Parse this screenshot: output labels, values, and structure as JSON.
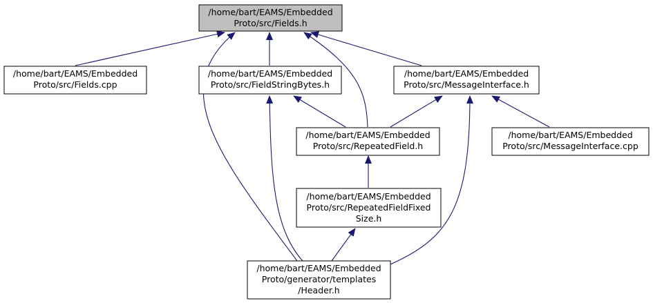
{
  "colors": {
    "edge": "#191970",
    "node_border": "#000000",
    "node_fill": "#ffffff",
    "root_fill": "#bfbfbf"
  },
  "nodes": {
    "fields_h": {
      "lines": [
        "/home/bart/EAMS/Embedded",
        "Proto/src/Fields.h"
      ],
      "root": true
    },
    "fields_cpp": {
      "lines": [
        "/home/bart/EAMS/Embedded",
        "Proto/src/Fields.cpp"
      ]
    },
    "fieldstringbytes": {
      "lines": [
        "/home/bart/EAMS/Embedded",
        "Proto/src/FieldStringBytes.h"
      ]
    },
    "messageinterface_h": {
      "lines": [
        "/home/bart/EAMS/Embedded",
        "Proto/src/MessageInterface.h"
      ]
    },
    "repeatedfield": {
      "lines": [
        "/home/bart/EAMS/Embedded",
        "Proto/src/RepeatedField.h"
      ]
    },
    "messageinterface_cpp": {
      "lines": [
        "/home/bart/EAMS/Embedded",
        "Proto/src/MessageInterface.cpp"
      ]
    },
    "repeatedfieldfixed": {
      "lines": [
        "/home/bart/EAMS/Embedded",
        "Proto/src/RepeatedFieldFixed",
        "Size.h"
      ]
    },
    "header_h": {
      "lines": [
        "/home/bart/EAMS/Embedded",
        "Proto/generator/templates",
        "/Header.h"
      ]
    }
  },
  "edges": [
    {
      "from": "fields_cpp",
      "to": "fields_h"
    },
    {
      "from": "fieldstringbytes",
      "to": "fields_h"
    },
    {
      "from": "messageinterface_h",
      "to": "fields_h"
    },
    {
      "from": "repeatedfield",
      "to": "fields_h"
    },
    {
      "from": "header_h",
      "to": "fields_h"
    },
    {
      "from": "repeatedfield",
      "to": "fieldstringbytes"
    },
    {
      "from": "header_h",
      "to": "fieldstringbytes"
    },
    {
      "from": "repeatedfield",
      "to": "messageinterface_h"
    },
    {
      "from": "messageinterface_cpp",
      "to": "messageinterface_h"
    },
    {
      "from": "header_h",
      "to": "messageinterface_h"
    },
    {
      "from": "repeatedfieldfixed",
      "to": "repeatedfield"
    },
    {
      "from": "header_h",
      "to": "repeatedfieldfixed"
    }
  ]
}
